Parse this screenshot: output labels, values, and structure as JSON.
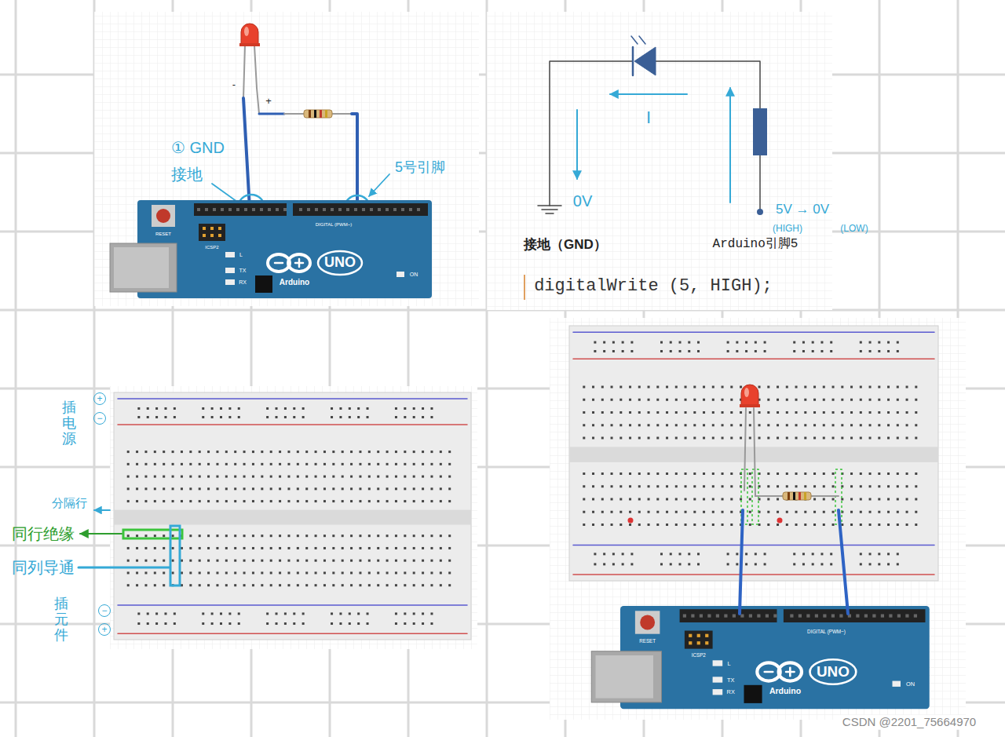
{
  "diagram": {
    "labels": [
      "-",
      "+",
      "① GND",
      "接地",
      "5号引脚",
      "RESET",
      "ICSP2",
      "L",
      "TX",
      "RX",
      "DIGITAL (PWM~)",
      "UNO",
      "Arduino",
      "ON",
      "I",
      "0V",
      "5V → 0V",
      "(HIGH)",
      "(LOW)",
      "接地（GND）",
      "Arduino引脚5",
      "digitalWrite (5, HIGH);",
      "插电源",
      "+",
      "−",
      "分隔行",
      "同行绝缘",
      "同列导通",
      "插元件",
      "−",
      "+",
      "RESET",
      "ICSP2",
      "L",
      "TX",
      "RX",
      "DIGITAL (PWM~)",
      "UNO",
      "Arduino",
      "ON",
      "CSDN @2201_75664970"
    ]
  }
}
